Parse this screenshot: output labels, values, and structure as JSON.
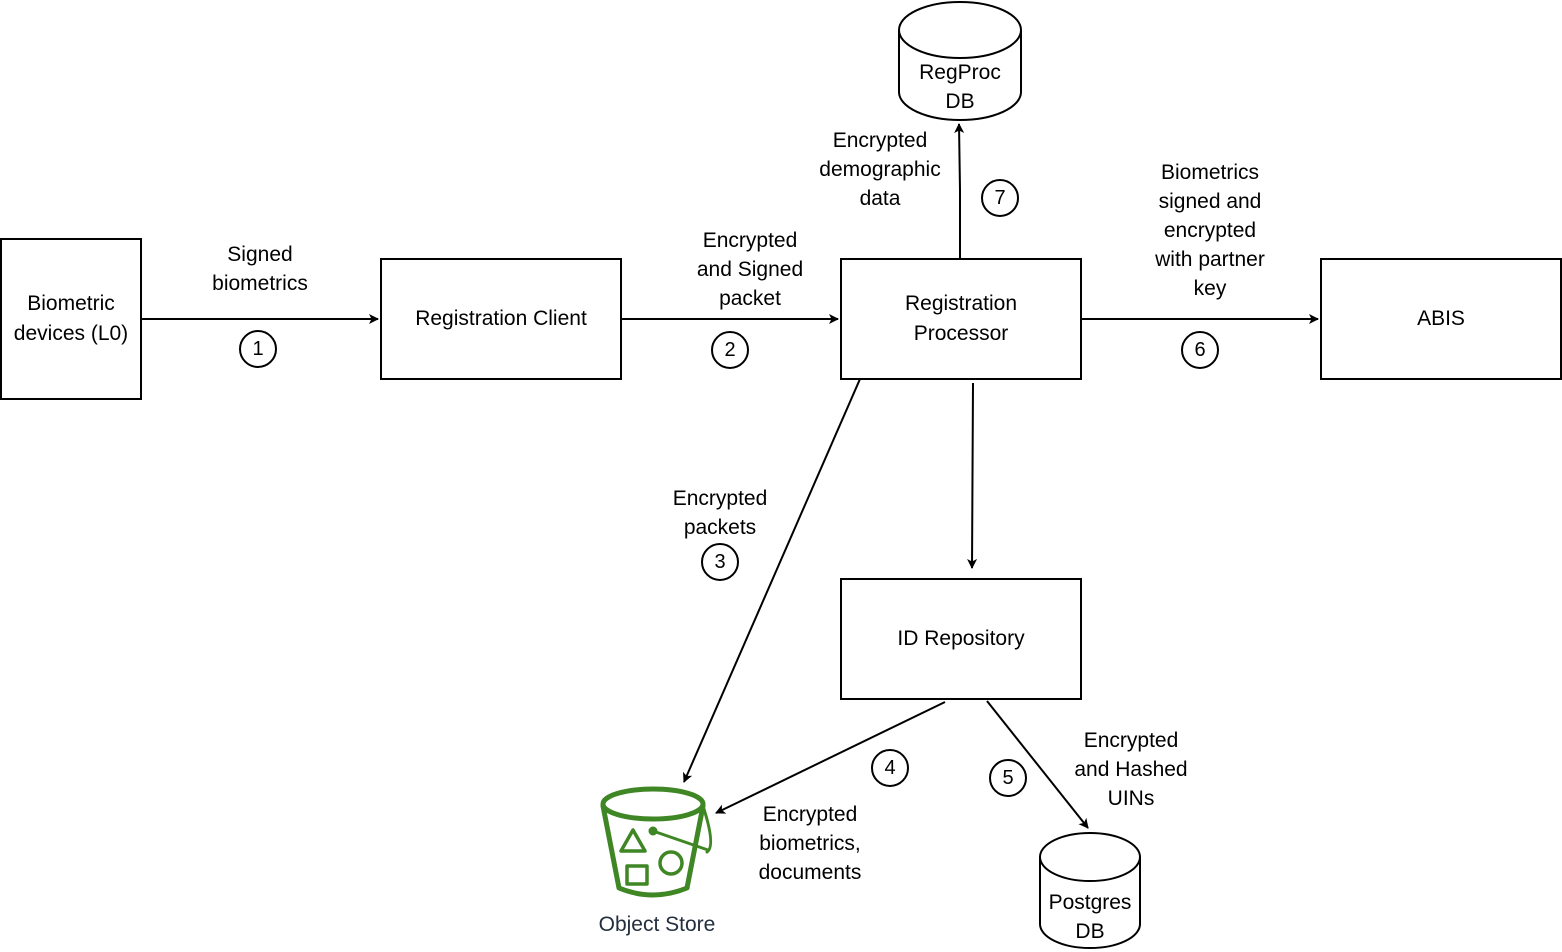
{
  "nodes": {
    "biometric_devices": "Biometric\ndevices (L0)",
    "registration_client": "Registration Client",
    "registration_processor": "Registration\nProcessor",
    "abis": "ABIS",
    "id_repository": "ID Repository",
    "regproc_db": "RegProc\nDB",
    "postgres_db": "Postgres\nDB",
    "object_store": "Object Store"
  },
  "edges": {
    "e1": {
      "label": "Signed\nbiometrics",
      "step": "1"
    },
    "e2": {
      "label": "Encrypted\nand Signed\npacket",
      "step": "2"
    },
    "e3": {
      "label": "Encrypted\npackets",
      "step": "3"
    },
    "e4": {
      "label": "Encrypted\nbiometrics,\ndocuments",
      "step": "4"
    },
    "e5": {
      "label": "Encrypted\nand Hashed\nUINs",
      "step": "5"
    },
    "e6": {
      "label": "Biometrics\nsigned and\nencrypted\nwith partner\nkey",
      "step": "6"
    },
    "e7": {
      "label": "Encrypted\ndemographic\ndata",
      "step": "7"
    }
  },
  "colors": {
    "object_store_icon": "#3f8624",
    "object_store_label": "#232f3e",
    "stroke": "#000000"
  },
  "icons": {
    "object_store": "bucket-icon"
  }
}
